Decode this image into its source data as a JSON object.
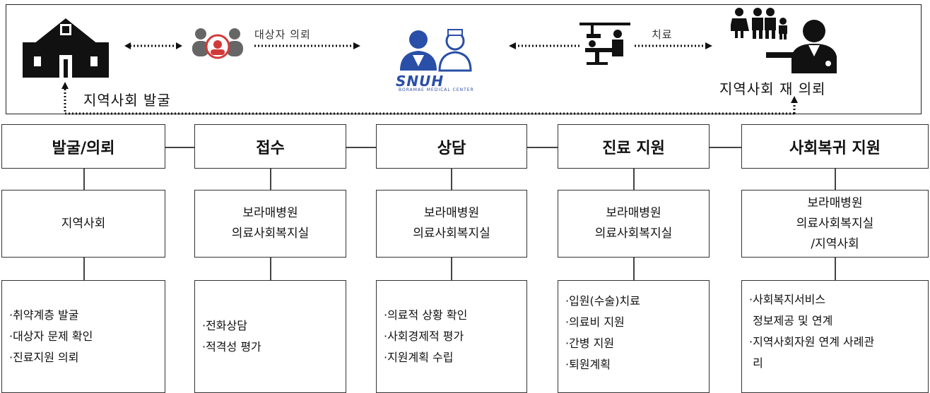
{
  "banner": {
    "community_discovery": "지역사회 발굴",
    "patient_referral": "대상자 의뢰",
    "treatment": "치료",
    "community_rereferral": "지역사회 재 의뢰",
    "logo_text": "SNUH",
    "logo_subtext": "BORAMAE MEDICAL CENTER"
  },
  "stages": [
    {
      "title": "발굴/의뢰",
      "org": "지역사회",
      "items": [
        "·취약계층 발굴",
        "·대상자 문제 확인",
        "·진료지원 의뢰"
      ]
    },
    {
      "title": "접수",
      "org": "보라매병원\n의료사회복지실",
      "items": [
        "·전화상담",
        "·적격성 평가"
      ]
    },
    {
      "title": "상담",
      "org": "보라매병원\n의료사회복지실",
      "items": [
        "·의료적 상황 확인",
        "·사회경제적 평가",
        "·지원계획 수립"
      ]
    },
    {
      "title": "진료 지원",
      "org": "보라매병원\n의료사회복지실",
      "items": [
        "·입원(수술)치료",
        "·의료비 지원",
        "·간병 지원",
        "·퇴원계획"
      ]
    },
    {
      "title": "사회복귀 지원",
      "org": "보라매병원\n의료사회복지실\n/지역사회",
      "items": [
        "·사회복지서비스",
        " 정보제공 및 연계",
        "·지역사회자원 연계 사례관",
        " 리"
      ]
    }
  ],
  "colors": {
    "border": "#333333",
    "logo_blue": "#2a4fa8",
    "logo_red": "#d23a3a"
  }
}
